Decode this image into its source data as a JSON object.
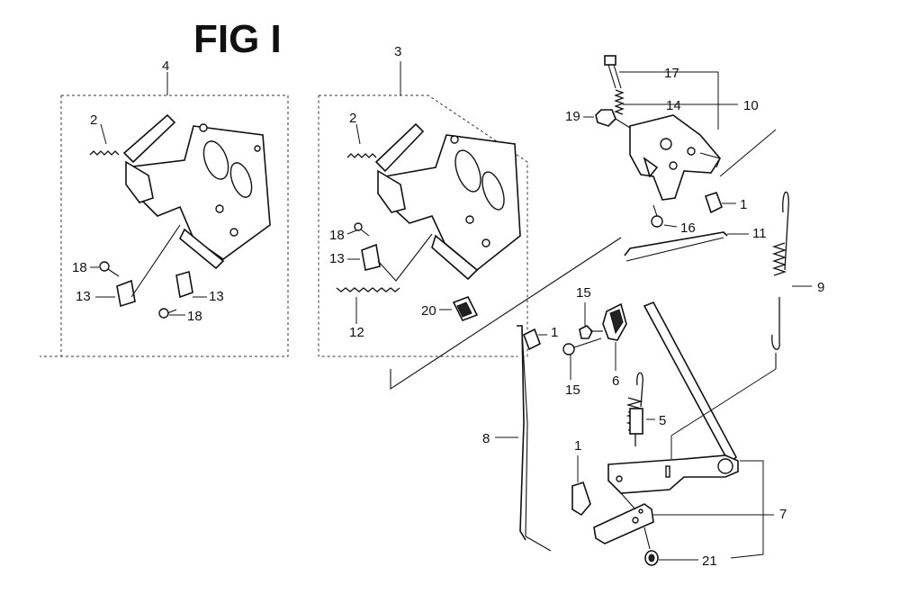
{
  "figure": {
    "title": "FIG I",
    "callouts": {
      "c4": "4",
      "c2a": "2",
      "c18a": "18",
      "c13a": "13",
      "c13b": "13",
      "c18b": "18",
      "c3": "3",
      "c2b": "2",
      "c18c": "18",
      "c13c": "13",
      "c12": "12",
      "c20": "20",
      "c17": "17",
      "c14": "14",
      "c10": "10",
      "c19": "19",
      "c1a": "1",
      "c16": "16",
      "c11": "11",
      "c9": "9",
      "c15a": "15",
      "c1b": "1",
      "c15b": "15",
      "c6": "6",
      "c5": "5",
      "c8": "8",
      "c1c": "1",
      "c7": "7",
      "c21": "21"
    }
  }
}
